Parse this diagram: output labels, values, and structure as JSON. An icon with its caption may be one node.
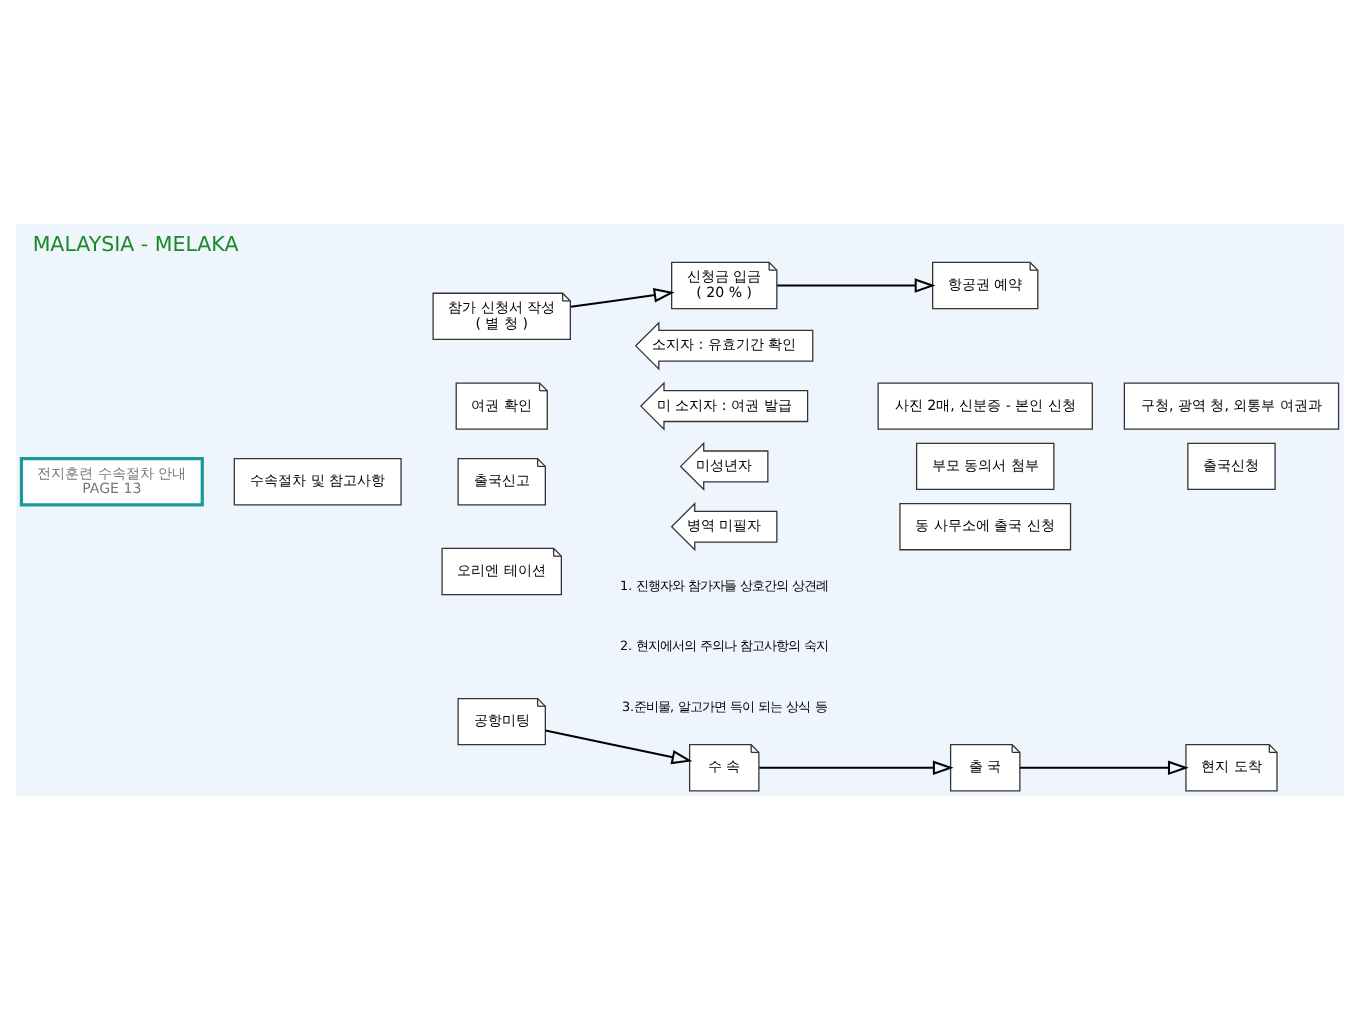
{
  "diagram": {
    "title": "MALAYSIA - MELAKA",
    "nodes": [
      {
        "text": [
          "전지훈련 수속절차 안내",
          "PAGE 13"
        ]
      },
      {
        "text": [
          "수속절차 및 참고사항"
        ]
      },
      {
        "text": [
          "참가 신청서 작성",
          "( 별 청 )"
        ]
      },
      {
        "text": [
          "신청금 입금",
          "( 20 % )"
        ]
      },
      {
        "text": [
          "항공권 예약"
        ]
      },
      {
        "text": [
          "여권 확인"
        ]
      },
      {
        "text": [
          "소지자 : 유효기간 확인"
        ]
      },
      {
        "text": [
          "미 소지자 : 여권 발급"
        ]
      },
      {
        "text": [
          "사진 2매, 신분증 - 본인 신청"
        ]
      },
      {
        "text": [
          "구청, 광역 청, 외통부 여권과"
        ]
      },
      {
        "text": [
          "출국신고"
        ]
      },
      {
        "text": [
          "미성년자"
        ]
      },
      {
        "text": [
          "부모 동의서 첨부"
        ]
      },
      {
        "text": [
          "출국신청"
        ]
      },
      {
        "text": [
          "병역 미필자"
        ]
      },
      {
        "text": [
          "동 사무소에 출국 신청"
        ]
      },
      {
        "text": [
          "오리엔 테이션"
        ]
      },
      {
        "text": [
          "공항미팅"
        ]
      },
      {
        "text": [
          "수 속"
        ]
      },
      {
        "text": [
          "출 국"
        ]
      },
      {
        "text": [
          "현지 도착"
        ]
      }
    ],
    "edges": [
      {
        "from": 2,
        "to": 3,
        "arrow": "to"
      },
      {
        "from": 3,
        "to": 4,
        "arrow": "to"
      },
      {
        "from": 17,
        "to": 18,
        "arrow": "to"
      },
      {
        "from": 18,
        "to": 19,
        "arrow": "to"
      },
      {
        "from": 19,
        "to": 20,
        "arrow": "to"
      }
    ],
    "labels": [
      "1. 진행자와 참가자들 상호간의 상견례",
      "2. 현지에서의 주의나 참고사항의 숙지",
      "3.준비물, 알고가면 득이 되는 상식 등"
    ]
  }
}
